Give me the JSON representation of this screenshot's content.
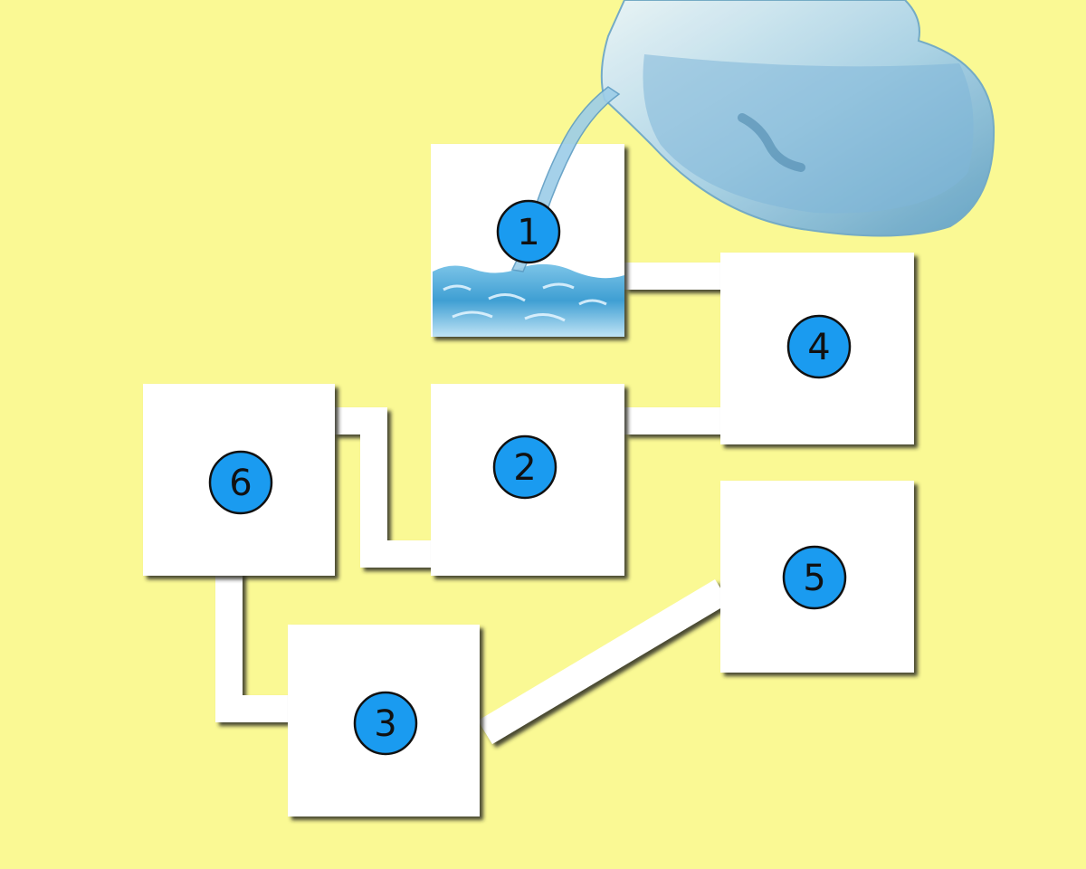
{
  "colors": {
    "background": "#faf994",
    "box": "#ffffff",
    "shadow": "#2a2a22",
    "badge_fill": "#1a9bf0",
    "badge_stroke": "#111111",
    "water": "#4aa8d8",
    "pitcher_glass": "#cfe6f3"
  },
  "containers": [
    {
      "id": "1",
      "label": "1",
      "has_water": true
    },
    {
      "id": "2",
      "label": "2",
      "has_water": false
    },
    {
      "id": "3",
      "label": "3",
      "has_water": false
    },
    {
      "id": "4",
      "label": "4",
      "has_water": false
    },
    {
      "id": "5",
      "label": "5",
      "has_water": false
    },
    {
      "id": "6",
      "label": "6",
      "has_water": false
    }
  ],
  "connections": [
    {
      "from": "1",
      "to": "4"
    },
    {
      "from": "4",
      "to": "2"
    },
    {
      "from": "2",
      "to": "6"
    },
    {
      "from": "6",
      "to": "3"
    },
    {
      "from": "3",
      "to": "5"
    }
  ],
  "pitcher": {
    "icon": "water-pitcher-icon",
    "pouring_into": "1"
  }
}
